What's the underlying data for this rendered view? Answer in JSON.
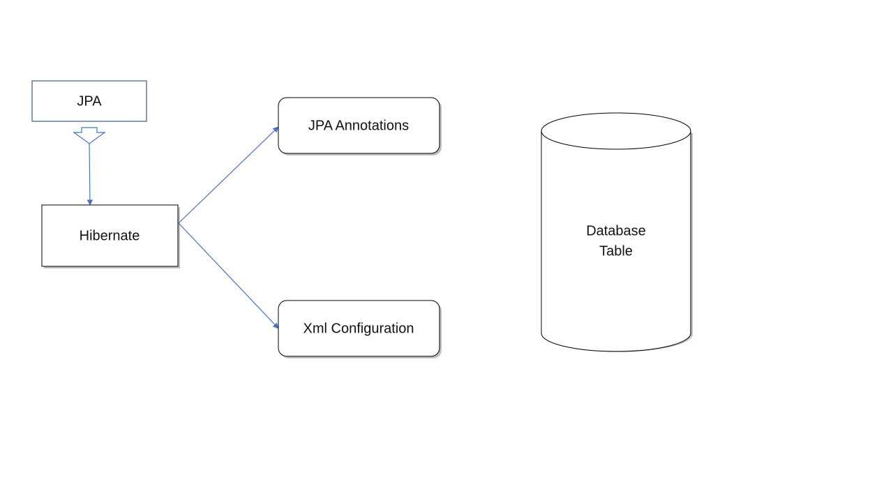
{
  "nodes": {
    "jpa": "JPA",
    "hibernate": "Hibernate",
    "jpa_annotations": "JPA Annotations",
    "xml_configuration": "Xml Configuration",
    "database_line1": "Database",
    "database_line2": "Table"
  },
  "colors": {
    "jpa_border": "#1f3864",
    "box_border": "#000000",
    "arrow": "#4472c4",
    "shadow": "#bfbfbf"
  }
}
